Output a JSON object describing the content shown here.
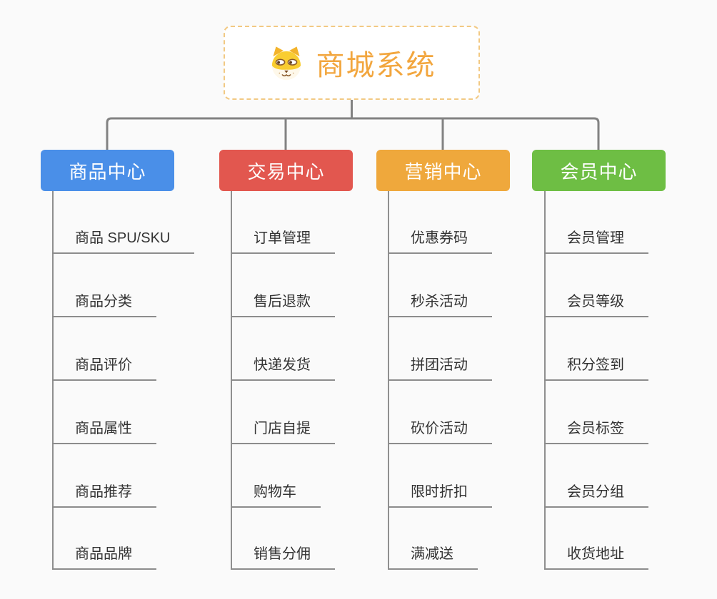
{
  "root": {
    "title": "商城系统",
    "icon": "dog-face-icon"
  },
  "branches": [
    {
      "label": "商品中心",
      "color": "#4A8FE8",
      "items": [
        "商品 SPU/SKU",
        "商品分类",
        "商品评价",
        "商品属性",
        "商品推荐",
        "商品品牌"
      ]
    },
    {
      "label": "交易中心",
      "color": "#E2574F",
      "items": [
        "订单管理",
        "售后退款",
        "快递发货",
        "门店自提",
        "购物车",
        "销售分佣"
      ]
    },
    {
      "label": "营销中心",
      "color": "#EFA83C",
      "items": [
        "优惠券码",
        "秒杀活动",
        "拼团活动",
        "砍价活动",
        "限时折扣",
        "满减送"
      ]
    },
    {
      "label": "会员中心",
      "color": "#6EBE44",
      "items": [
        "会员管理",
        "会员等级",
        "积分签到",
        "会员标签",
        "会员分组",
        "收货地址"
      ]
    }
  ],
  "colors": {
    "background": "#FAFAFA",
    "connector_line": "#828282",
    "item_underline": "#8C8C8C",
    "item_text": "#333333",
    "root_text": "#F2A63E",
    "root_border": "#F2C983",
    "branch_text": "#FFFFFF"
  }
}
